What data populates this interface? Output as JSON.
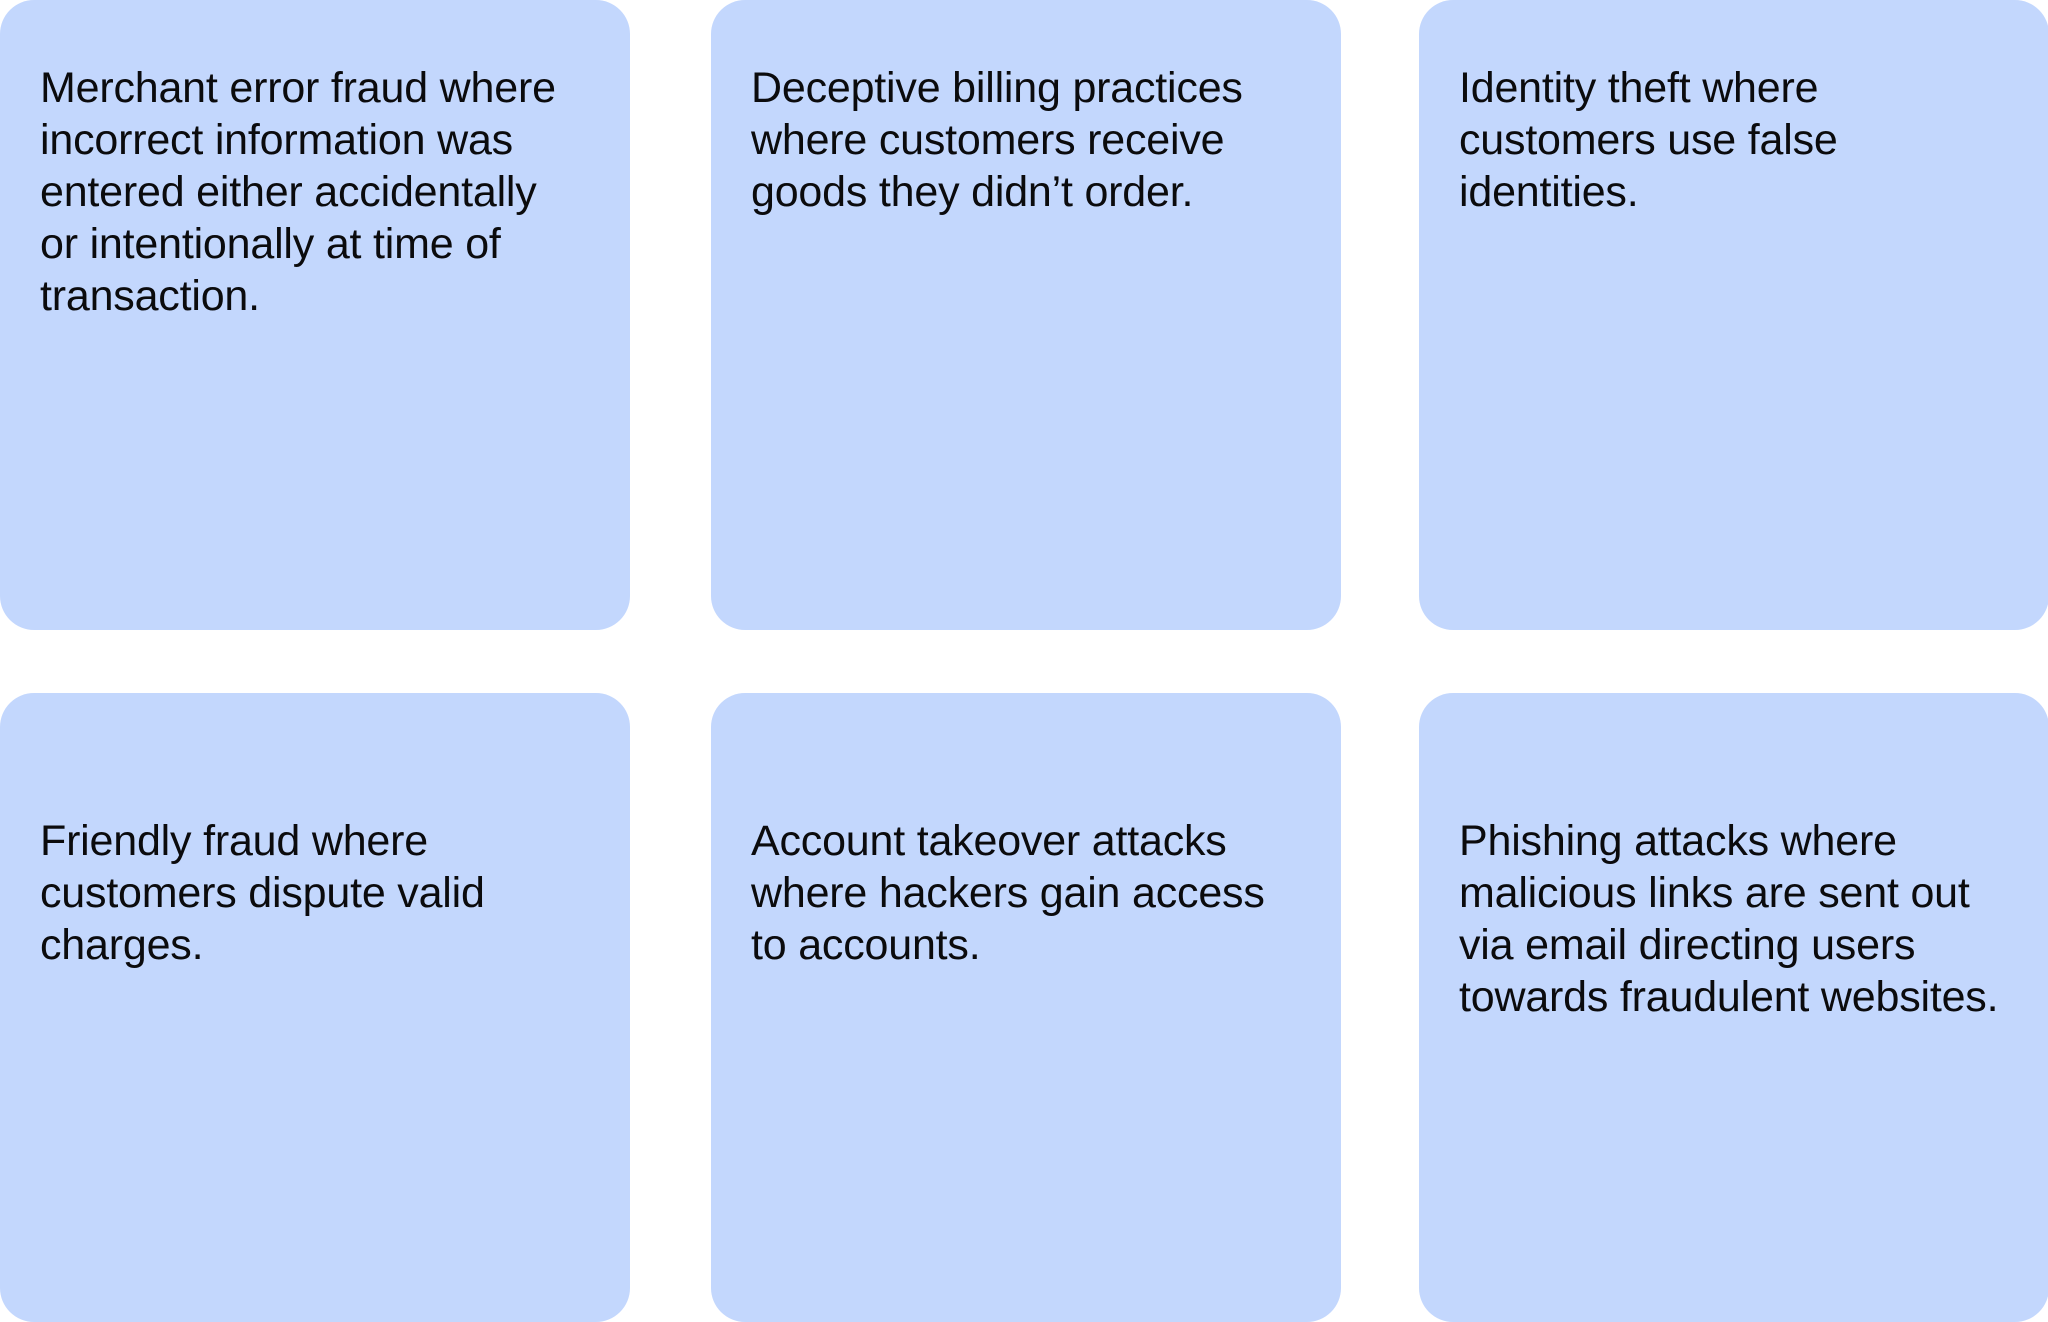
{
  "diagram": {
    "type": "card-grid",
    "columns": 3,
    "rows": 2,
    "background_color": "#ffffff",
    "card_color": "#c3d7fd",
    "text_color": "#0b0b0d",
    "cards": [
      {
        "id": "merchant-error-fraud",
        "text": "Merchant error fraud where incorrect information was entered either accidentally or intentionally at time of transaction."
      },
      {
        "id": "deceptive-billing",
        "text": "Deceptive billing practices where customers receive goods they didn’t order."
      },
      {
        "id": "identity-theft",
        "text": "Identity theft where customers use false identities."
      },
      {
        "id": "friendly-fraud",
        "text": "Friendly fraud where customers dispute valid charges."
      },
      {
        "id": "account-takeover",
        "text": "Account takeover attacks where hackers gain access to accounts."
      },
      {
        "id": "phishing-attacks",
        "text": "Phishing attacks where malicious links are sent out via email directing users towards fraudulent websites."
      }
    ]
  }
}
